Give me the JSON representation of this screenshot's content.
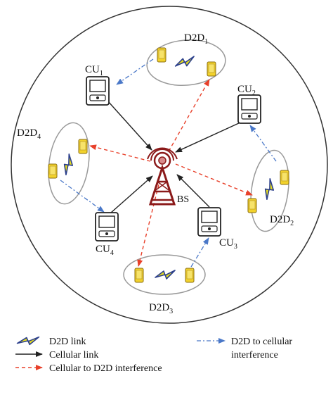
{
  "diagram": {
    "base_station": {
      "label": "BS"
    },
    "cellular_users": [
      {
        "id": "cu1",
        "base": "CU",
        "sub": "1"
      },
      {
        "id": "cu2",
        "base": "CU",
        "sub": "2"
      },
      {
        "id": "cu3",
        "base": "CU",
        "sub": "3"
      },
      {
        "id": "cu4",
        "base": "CU",
        "sub": "4"
      }
    ],
    "d2d_pairs": [
      {
        "id": "d2d1",
        "base": "D2D",
        "sub": "1"
      },
      {
        "id": "d2d2",
        "base": "D2D",
        "sub": "2"
      },
      {
        "id": "d2d3",
        "base": "D2D",
        "sub": "3"
      },
      {
        "id": "d2d4",
        "base": "D2D",
        "sub": "4"
      }
    ]
  },
  "legend": {
    "d2d_link": "D2D link",
    "cellular_link": "Cellular link",
    "cellular_to_d2d": "Cellular to D2D interference",
    "d2d_to_cellular_line1": "D2D to cellular",
    "d2d_to_cellular_line2": "interference"
  },
  "colors": {
    "cellular_link": "#222222",
    "cellular_to_d2d": "#e8402a",
    "d2d_to_cellular": "#4a78c8",
    "d2d_link_fill": "#e6dc1e",
    "d2d_link_stroke": "#2b3f8c",
    "device_fill": "#f2d22c",
    "tower": "#8b1a1a",
    "ellipse": "#999999"
  }
}
